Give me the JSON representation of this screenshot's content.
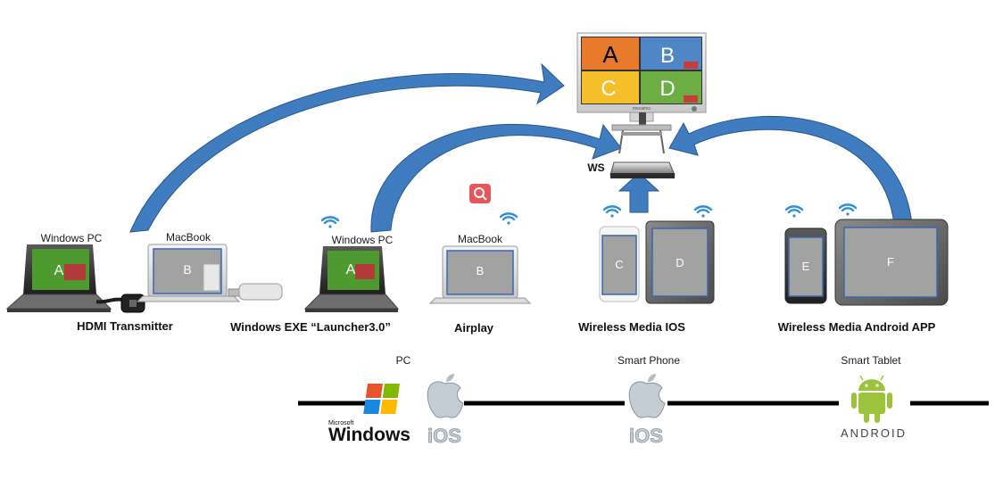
{
  "display": {
    "tiles": [
      {
        "label": "A",
        "color": "#e87a2b",
        "text_color": "#000000"
      },
      {
        "label": "B",
        "color": "#4f86c6",
        "text_color": "#ffffff"
      },
      {
        "label": "C",
        "color": "#f5bf2a",
        "text_color": "#ffffff"
      },
      {
        "label": "D",
        "color": "#6cae43",
        "text_color": "#ffffff"
      }
    ],
    "brand": "mesaimo"
  },
  "receiver": {
    "label": "WS"
  },
  "sources": [
    {
      "device_label": "Windows PC",
      "screen": "A",
      "method": "HDMI Transmitter"
    },
    {
      "device_label": "MacBook",
      "screen": "B"
    },
    {
      "device_label": "Windows PC",
      "screen": "A",
      "method": "Windows EXE “Launcher3.0”"
    },
    {
      "device_label": "MacBook",
      "screen": "B",
      "method": "Airplay"
    },
    {
      "screen": "C",
      "method": "Wireless Media IOS"
    },
    {
      "screen": "D"
    },
    {
      "screen": "E",
      "method": "Wireless Media Android APP"
    },
    {
      "screen": "F"
    }
  ],
  "platforms": {
    "categories": [
      "PC",
      "Smart Phone",
      "Smart Tablet"
    ],
    "windows_small": "Microsoft",
    "windows_big": "Windows",
    "ios": "iOS",
    "android": "ANDROID"
  },
  "colors": {
    "arrow": "#3f7dc0",
    "arrow_edge": "#27578f",
    "screen_gray": "#9a9a9a",
    "screen_border": "#3a67b0",
    "wifi": "#2f8fd8",
    "android_green": "#9bc33c",
    "search_red": "#e8565b"
  },
  "icons": [
    "wifi-icon",
    "search-icon",
    "windows-logo-icon",
    "apple-logo-icon",
    "android-robot-icon"
  ]
}
